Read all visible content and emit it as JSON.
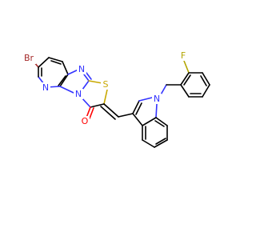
{
  "molecule": {
    "atoms": {
      "br": {
        "symbol": "Br",
        "color": "#a52a2a"
      },
      "n_pyridine": {
        "symbol": "N",
        "color": "#3333ff"
      },
      "n_imidazole_top": {
        "symbol": "N",
        "color": "#3333ff"
      },
      "n_imidazole_bridge": {
        "symbol": "N",
        "color": "#3333ff"
      },
      "s_thiazole": {
        "symbol": "S",
        "color": "#c8a800"
      },
      "o_carbonyl": {
        "symbol": "O",
        "color": "#ff0000"
      },
      "n_indole": {
        "symbol": "N",
        "color": "#3333ff"
      },
      "f_benzyl": {
        "symbol": "F",
        "color": "#b3a500"
      }
    }
  }
}
